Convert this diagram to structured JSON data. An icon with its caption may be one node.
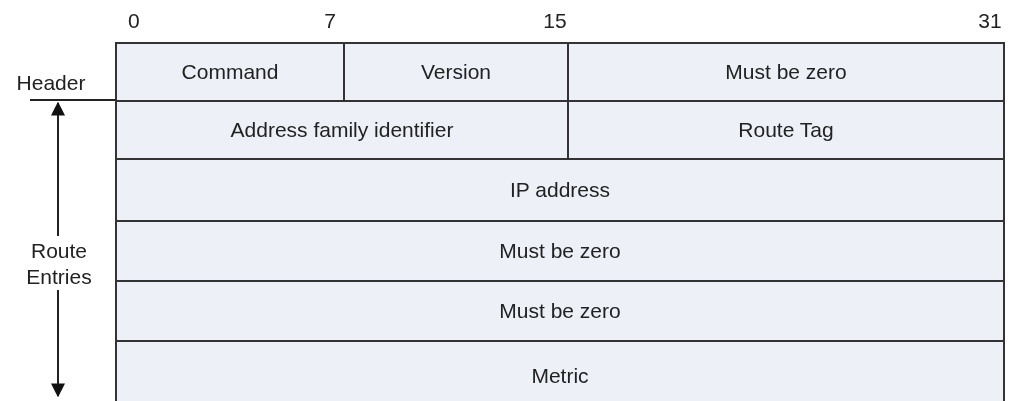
{
  "diagram": {
    "nodes": [
      {
        "text": [
          "Command"
        ]
      },
      {
        "text": [
          "Version"
        ]
      },
      {
        "text": [
          "Must be zero"
        ]
      },
      {
        "text": [
          "Address family identifier"
        ]
      },
      {
        "text": [
          "Route Tag"
        ]
      },
      {
        "text": [
          "IP address"
        ]
      },
      {
        "text": [
          "Must be zero"
        ]
      },
      {
        "text": [
          "Must be zero"
        ]
      },
      {
        "text": [
          "Metric"
        ]
      }
    ],
    "labels": [
      "0",
      "7",
      "15",
      "31",
      "Header",
      "Route Entries"
    ]
  }
}
